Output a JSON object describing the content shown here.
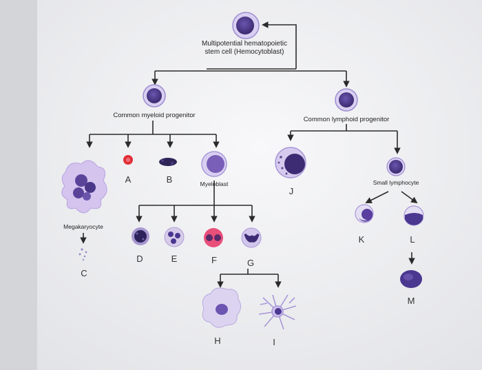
{
  "nodes": {
    "stem_cell": "Multipotential hematopoietic\nstem cell (Hemocytoblast)",
    "myeloid": "Common myeloid progenitor",
    "lymphoid": "Common lymphoid progenitor",
    "myeloblast": "Myeloblast",
    "megakaryocyte": "Megakaryocyte",
    "small_lymphocyte": "Small lymphocyte"
  },
  "letters": {
    "A": "A",
    "B": "B",
    "C": "C",
    "D": "D",
    "E": "E",
    "F": "F",
    "G": "G",
    "H": "H",
    "I": "I",
    "J": "J",
    "K": "K",
    "L": "L",
    "M": "M"
  },
  "colors": {
    "nucleus": "#3b2a6e",
    "cytoplasm": "#c9b8ea",
    "rbc": "#e0303a",
    "eosinophil": "#e8507a",
    "page": "#f1f1f3"
  }
}
